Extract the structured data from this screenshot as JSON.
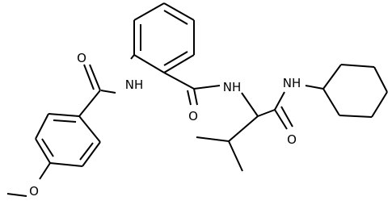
{
  "labels": {
    "amide_n_left": "NH",
    "amide_o_left": "O",
    "amide_o_center": "O",
    "amide_n_center": "NH",
    "amide_n_right": "NH",
    "amide_o_right": "O",
    "ether_o": "O"
  },
  "colors": {
    "bond": "#000000",
    "label": "#000000",
    "background": "#ffffff"
  }
}
